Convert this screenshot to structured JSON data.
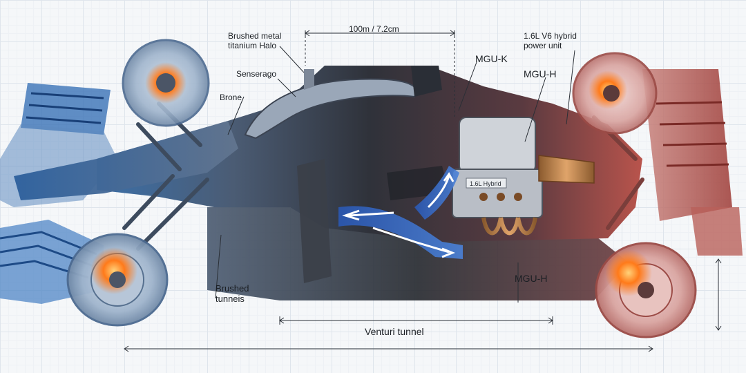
{
  "labels": {
    "dimension_top": "100m / 7.2cm",
    "halo_line1": "Brushed metal",
    "halo_line2": "titanium Halo",
    "senserago": "Senserago",
    "brone": "Brone",
    "mgu_k": "MGU-K",
    "mgu_h_top": "MGU-H",
    "power_unit_line1": "1.6L V6 hybrid",
    "power_unit_line2": "power unit",
    "mgu_h_bottom": "MGU-H",
    "tunnels_line1": "Brushed",
    "tunnels_line2": "tunneis",
    "venturi": "Venturi tunnel",
    "engine_plate": "1.6L Hybrid"
  },
  "colors": {
    "front_tint": "#2f6fb3",
    "rear_tint": "#c2413b",
    "airflow": "#2f64c0",
    "brake_glow": "#ff7a1a",
    "body_dark": "#2a2e36",
    "exhaust_copper": "#c98a4a"
  }
}
